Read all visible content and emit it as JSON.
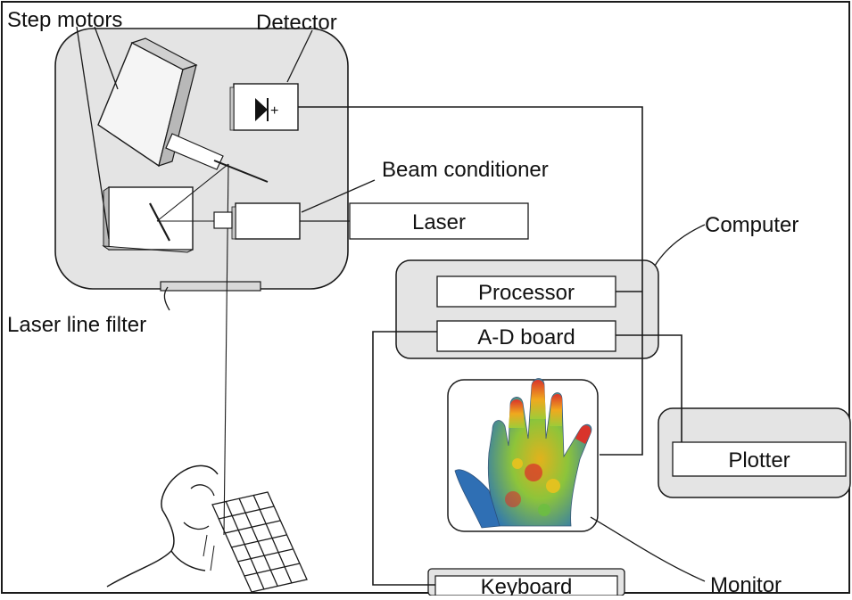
{
  "labels": {
    "step_motors": "Step motors",
    "detector": "Detector",
    "beam_conditioner": "Beam conditioner",
    "laser": "Laser",
    "computer": "Computer",
    "processor": "Processor",
    "ad_board": "A-D board",
    "laser_line_filter": "Laser line filter",
    "plotter": "Plotter",
    "keyboard": "Keyboard",
    "monitor": "Monitor",
    "detector_symbol": "+"
  },
  "colors": {
    "panel_fill": "#e4e4e4",
    "stroke": "#1a1a1a",
    "box_fill": "#ffffff",
    "heatmap_hot": "#d9342b",
    "heatmap_warm": "#f2c21b",
    "heatmap_mid": "#6cbf3e",
    "heatmap_cool": "#2f6fb4"
  },
  "icons": {
    "detector": "photodiode-icon",
    "hand_scan": "hand-with-scan-grid-icon",
    "monitor_image": "hand-thermal-map-icon"
  }
}
